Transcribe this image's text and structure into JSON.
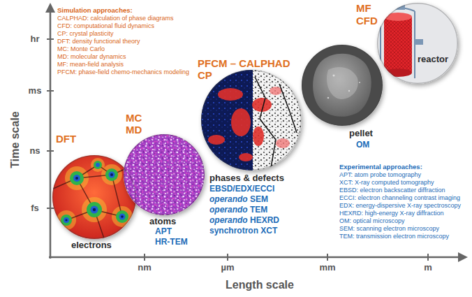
{
  "diagram": {
    "nodes": [
      {
        "text": [
          "DFT",
          "electrons"
        ]
      },
      {
        "text": [
          "MC",
          "MD",
          "atoms",
          "APT",
          "HR-TEM"
        ]
      },
      {
        "text": [
          "PFCM – CALPHAD",
          "CP",
          "phases & defects",
          "EBSD/EDX/ECCI",
          "operando SEM",
          "operando TEM",
          "operando HEXRD",
          "synchrotron XCT"
        ]
      },
      {
        "text": [
          "pellet",
          "OM"
        ]
      },
      {
        "text": [
          "MF",
          "CFD",
          "reactor"
        ]
      }
    ],
    "labels": [
      "Simulation approaches:",
      "CALPHAD: calculation of phase diagrams",
      "CFD: computational fluid dynamics",
      "CP: crystal plasticity",
      "DFT: density functional theory",
      "MC: Monte Carlo",
      "MD: molecular dynamics",
      "MF: mean-field analysis",
      "PFCM: phase-field chemo-mechanics modeling",
      "Experimental approaches:",
      "APT: atom probe tomography",
      "XCT: X-ray computed tomography",
      "EBSD: electron backscatter diffraction",
      "ECCI: electron channeling contrast imaging",
      "EDX: energy-dispersive X-ray spectroscopy",
      "HEXRD: high-energy X-ray diffraction",
      "OM: optical microscopy",
      "SEM: scanning electron microscopy",
      "TEM: transmission electron microscopy",
      "hr",
      "ms",
      "ns",
      "fs",
      "nm",
      "µm",
      "mm",
      "m",
      "Time scale",
      "Length scale"
    ]
  }
}
